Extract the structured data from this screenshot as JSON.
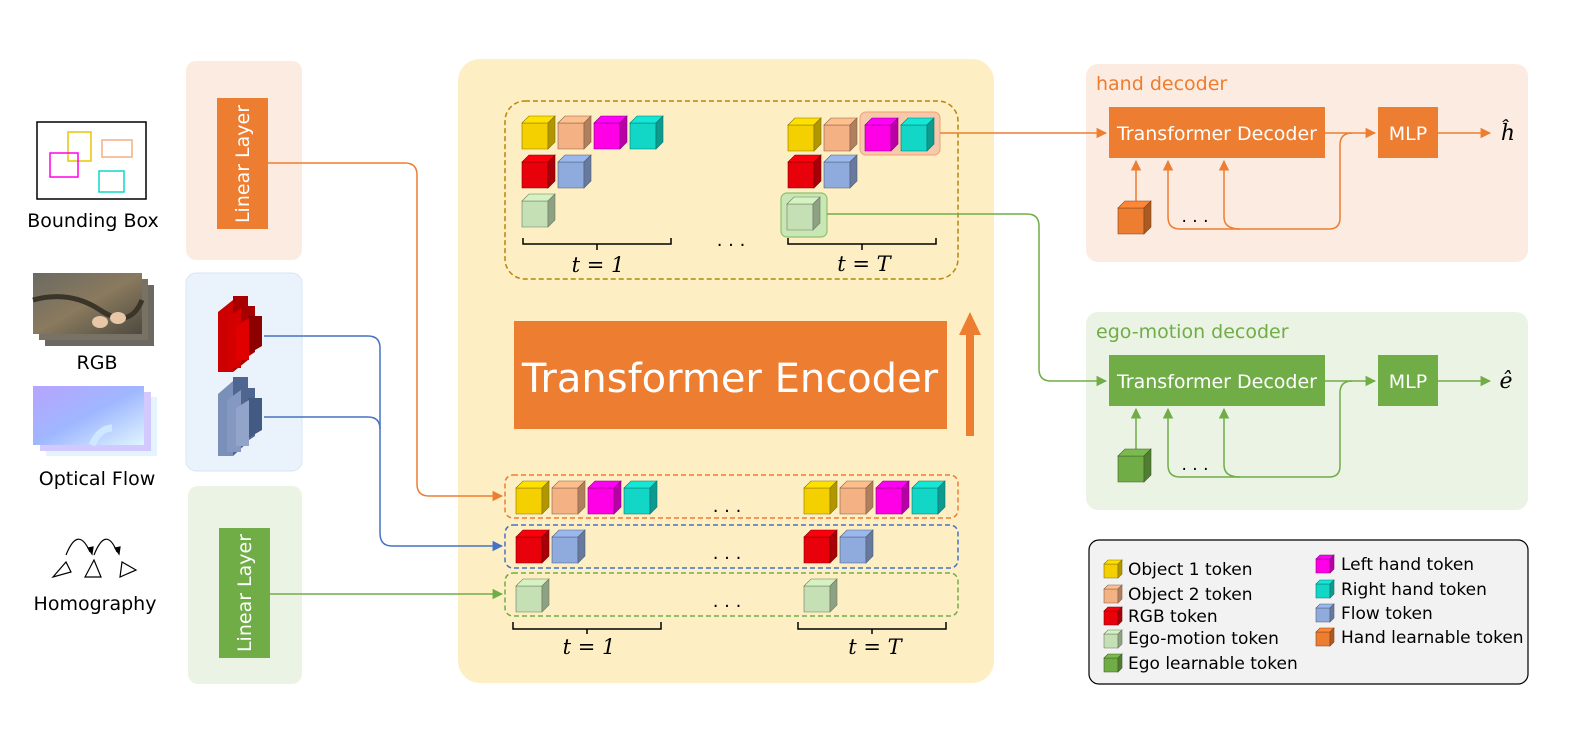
{
  "inputs": {
    "bounding_box": "Bounding Box",
    "rgb": "RGB",
    "optical_flow": "Optical Flow",
    "homography": "Homography"
  },
  "linear_layer": "Linear Layer",
  "encoder": {
    "title": "Transformer Encoder",
    "t_first": "t = 1",
    "t_last": "t = T",
    "ellipsis": ". . ."
  },
  "hand_decoder": {
    "title": "hand decoder",
    "transformer": "Transformer Decoder",
    "mlp": "MLP",
    "output": "ĥ",
    "ellipsis": ". . ."
  },
  "ego_decoder": {
    "title": "ego-motion decoder",
    "transformer": "Transformer Decoder",
    "mlp": "MLP",
    "output": "ê",
    "ellipsis": ". . ."
  },
  "legend": [
    {
      "label": "Object 1 token",
      "color": "#f5d000"
    },
    {
      "label": "Object 2 token",
      "color": "#f4b183"
    },
    {
      "label": "RGB token",
      "color": "#e8000b"
    },
    {
      "label": "Ego-motion token",
      "color": "#c5e0b4"
    },
    {
      "label": "Ego learnable token",
      "color": "#70ad47"
    },
    {
      "label": "Left hand token",
      "color": "#ff00e6"
    },
    {
      "label": "Right hand token",
      "color": "#12d6c6"
    },
    {
      "label": "Flow token",
      "color": "#8faadc"
    },
    {
      "label": "Hand learnable token",
      "color": "#ed7d31"
    }
  ],
  "colors": {
    "orange": "#ed7d31",
    "green": "#70ad47",
    "blue": "#4472c4",
    "encoder_bg": "#fdefc3",
    "orange_bg": "#fcebe0",
    "green_bg": "#eaf3e4",
    "blue_bg": "#eaf2fb"
  }
}
